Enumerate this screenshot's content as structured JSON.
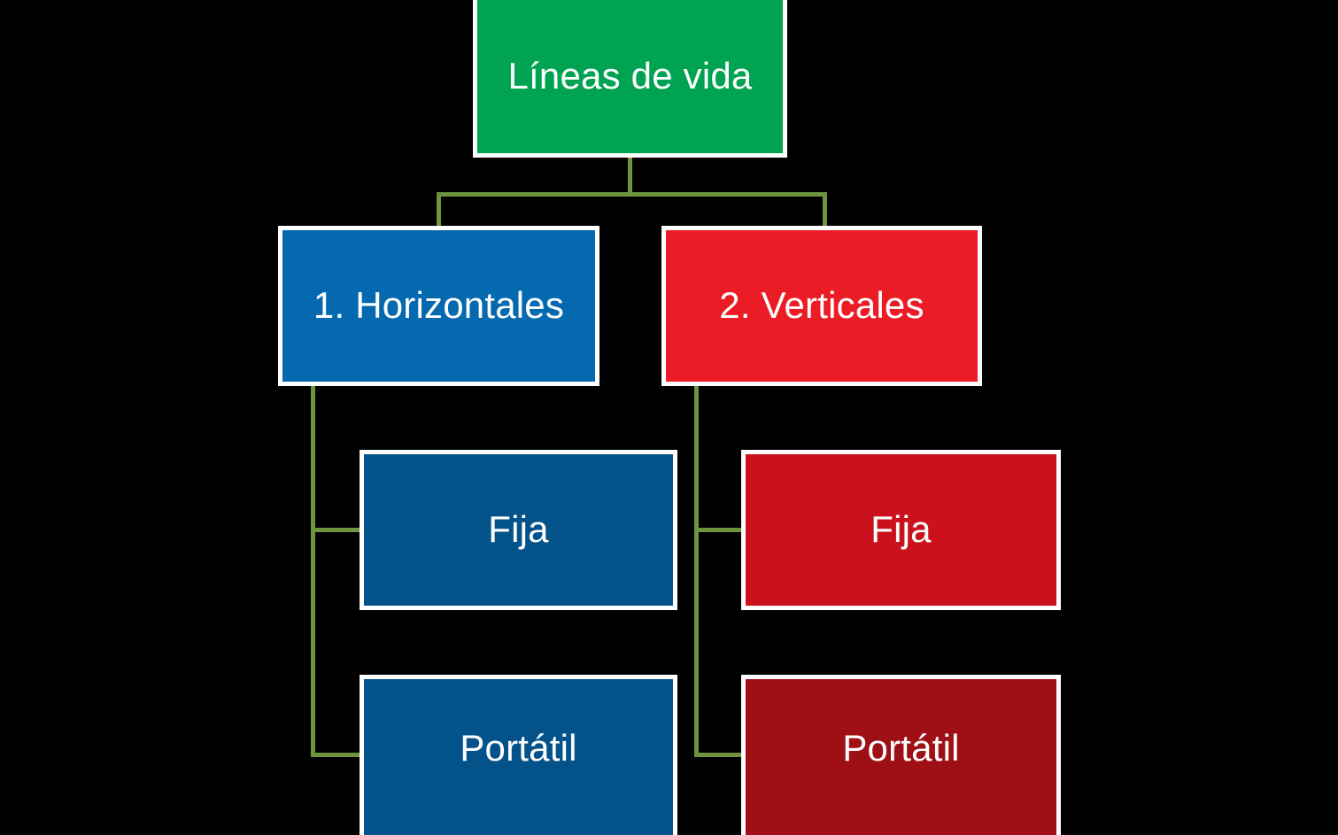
{
  "diagram": {
    "title": "Líneas de vida",
    "background_color": "#000000",
    "connector_color": "#6f9440",
    "border_color": "#ffffff",
    "text_color": "#ffffff",
    "root": {
      "label": "Líneas de vida",
      "fill": "#00a352"
    },
    "branches": [
      {
        "label": "1. Horizontales",
        "fill": "#0569b0",
        "children": [
          {
            "label": "Fija",
            "fill": "#03538a"
          },
          {
            "label": "Portátil",
            "fill": "#03538a"
          }
        ]
      },
      {
        "label": "2. Verticales",
        "fill": "#ec1c26",
        "children": [
          {
            "label": "Fija",
            "fill": "#cb121c"
          },
          {
            "label": "Portátil",
            "fill": "#9e1016"
          }
        ]
      }
    ]
  }
}
